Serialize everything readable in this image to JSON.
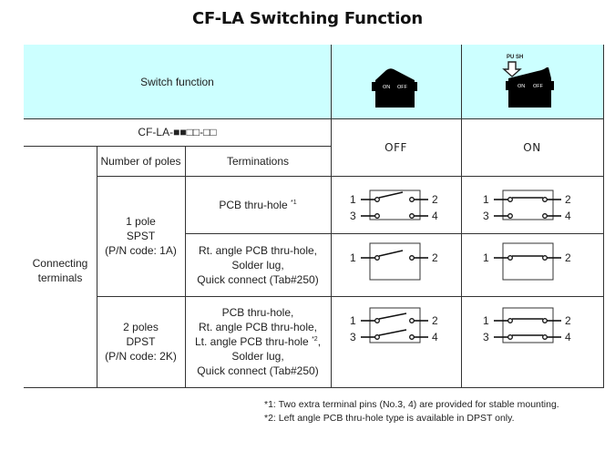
{
  "title": "CF-LA Switching Function",
  "header": {
    "switch_function_label": "Switch function",
    "off_image": {
      "icon": "rocker-switch-off-icon",
      "left_label": "ON",
      "right_label": "OFF"
    },
    "on_image": {
      "icon": "rocker-switch-on-icon",
      "push_label": "PU SH",
      "left_label": "ON",
      "right_label": "OFF"
    }
  },
  "part_number": "CF-LA-■■□□-□□",
  "states": {
    "off": "OFF",
    "on": "ON"
  },
  "columns": {
    "poles": "Number of poles",
    "terminations": "Terminations"
  },
  "row_group_label": [
    "Connecting",
    "terminals"
  ],
  "rows": [
    {
      "poles": [
        "1 pole",
        "SPST",
        "(P/N code: 1A)"
      ],
      "terminations": [
        {
          "lines": [
            "PCB thru-hole"
          ],
          "note": "*1",
          "off_diagram": "spst-4pin-open",
          "on_diagram": "spst-4pin-closed",
          "pins": [
            "1",
            "2",
            "3",
            "4"
          ]
        },
        {
          "lines": [
            "Rt. angle PCB thru-hole,",
            "Solder lug,",
            "Quick connect (Tab#250)"
          ],
          "off_diagram": "spst-2pin-open",
          "on_diagram": "spst-2pin-closed",
          "pins": [
            "1",
            "2"
          ]
        }
      ]
    },
    {
      "poles": [
        "2 poles",
        "DPST",
        "(P/N code: 2K)"
      ],
      "terminations": [
        {
          "lines": [
            "PCB thru-hole,",
            "Rt. angle PCB thru-hole,",
            "Lt. angle PCB thru-hole",
            "Solder lug,",
            "Quick connect (Tab#250)"
          ],
          "note_line": 2,
          "note": "*2",
          "note_suffix": ",",
          "off_diagram": "dpst-open",
          "on_diagram": "dpst-closed",
          "pins": [
            "1",
            "2",
            "3",
            "4"
          ]
        }
      ]
    }
  ],
  "footnotes": [
    "*1: Two extra terminal pins (No.3, 4) are provided for stable mounting.",
    "*2: Left angle PCB thru-hole type is available in DPST only."
  ]
}
